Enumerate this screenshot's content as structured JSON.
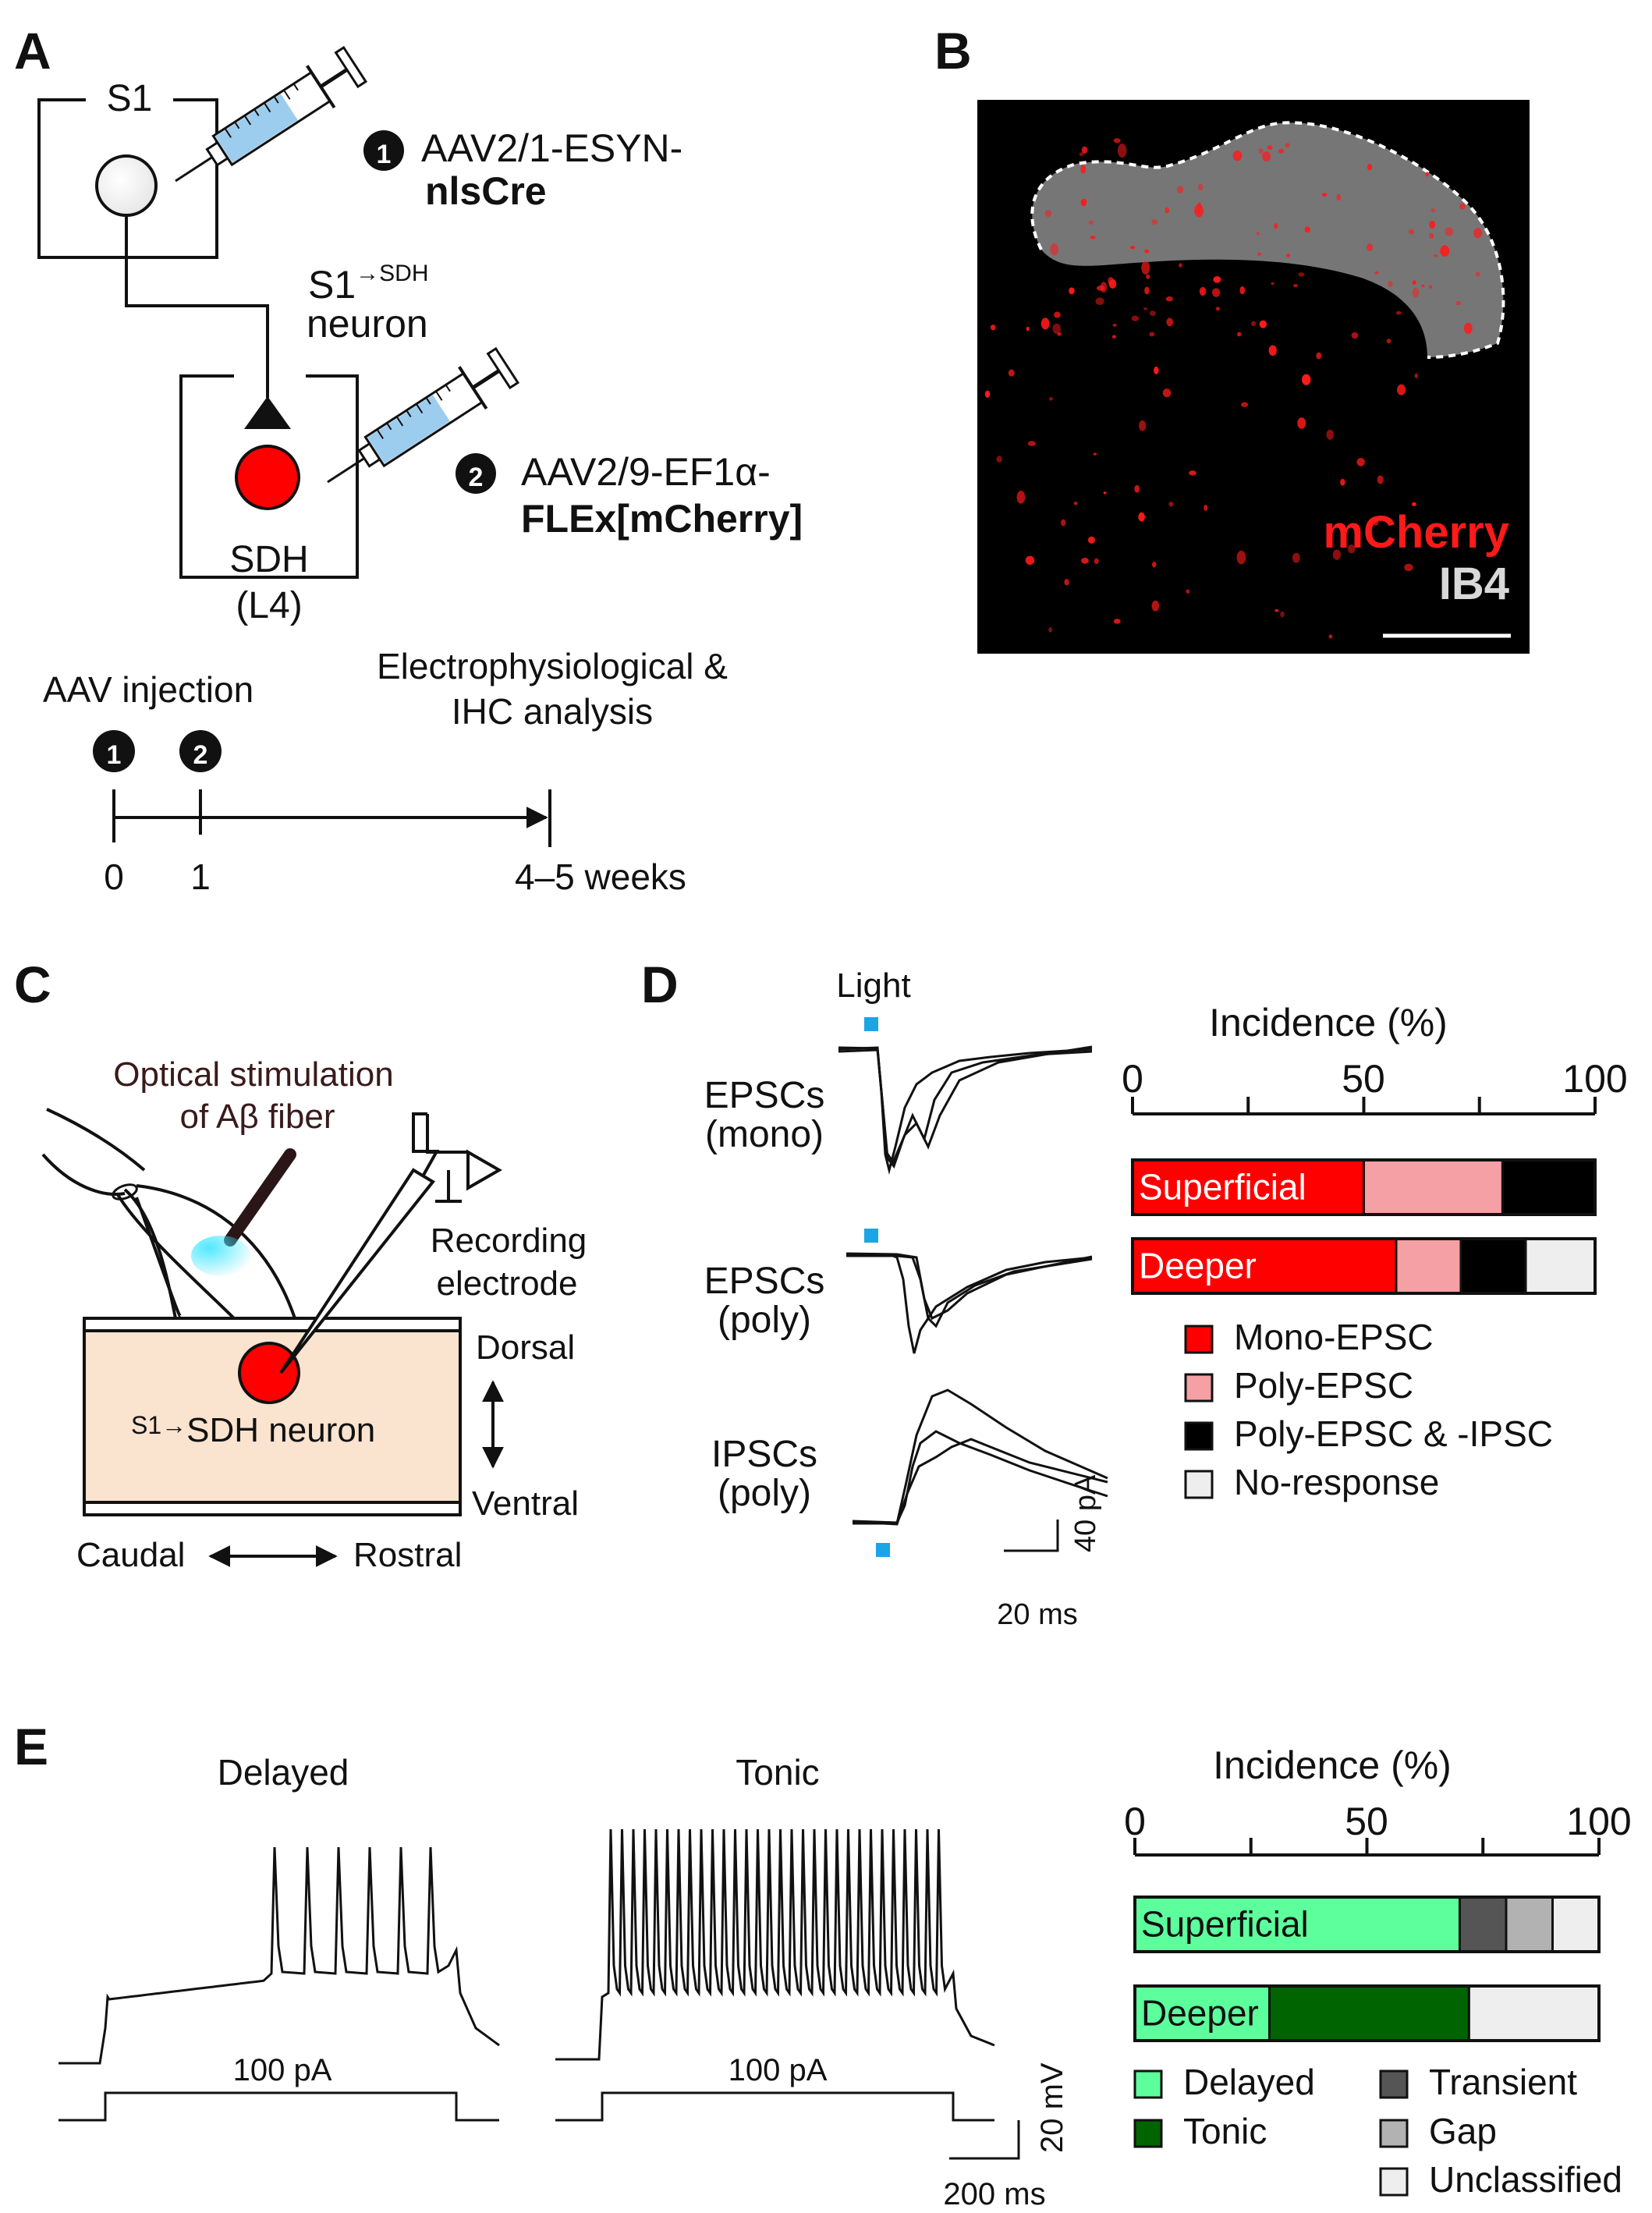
{
  "panels": {
    "a": "A",
    "b": "B",
    "c": "C",
    "d": "D",
    "e": "E"
  },
  "panel_a": {
    "s1_label": "S1",
    "step1_num": "1",
    "step1_line1": "AAV2/1-ESYN-",
    "step1_line2": "nlsCre",
    "neuron_label_main": "S1",
    "neuron_label_sup": "→SDH",
    "neuron_label_line2": "neuron",
    "step2_num": "2",
    "step2_line1": "AAV2/9-EF1α-",
    "step2_line2": "FLEx[mCherry]",
    "sdh_line1": "SDH",
    "sdh_line2": "(L4)",
    "timeline_injection": "AAV injection",
    "timeline_analysis_line1": "Electrophysiological &",
    "timeline_analysis_line2": "IHC analysis",
    "tick_0": "0",
    "tick_1": "1",
    "tick_end": "4–5 weeks"
  },
  "panel_b": {
    "label_mcherry": "mCherry",
    "label_ib4": "IB4",
    "colors": {
      "mcherry": "#ff1a1a",
      "ib4": "#d8d8d8"
    }
  },
  "panel_c": {
    "stim_line1": "Optical stimulation",
    "stim_line2": "of Aβ fiber",
    "rec_line1": "Recording",
    "rec_line2": "electrode",
    "dorsal": "Dorsal",
    "ventral": "Ventral",
    "neuron_sup": "S1→",
    "neuron_main": "SDH neuron",
    "caudal": "Caudal",
    "rostral": "Rostral"
  },
  "panel_d": {
    "light_label": "Light",
    "trace1_line1": "EPSCs",
    "trace1_line2": "(mono)",
    "trace2_line1": "EPSCs",
    "trace2_line2": "(poly)",
    "trace3_line1": "IPSCs",
    "trace3_line2": "(poly)",
    "scale_y": "40 pA",
    "scale_x": "20 ms",
    "legend": [
      {
        "label": "Mono-EPSC",
        "color": "#ff0000"
      },
      {
        "label": "Poly-EPSC",
        "color": "#f4a0a4"
      },
      {
        "label": "Poly-EPSC & -IPSC",
        "color": "#000000"
      },
      {
        "label": "No-response",
        "color": "#eeeeee"
      }
    ]
  },
  "panel_e": {
    "trace1_title": "Delayed",
    "trace2_title": "Tonic",
    "current1": "100 pA",
    "current2": "100 pA",
    "scale_y": "20 mV",
    "scale_x": "200 ms",
    "legend": [
      {
        "label": "Delayed",
        "color": "#5dff9d"
      },
      {
        "label": "Transient",
        "color": "#555555"
      },
      {
        "label": "Tonic",
        "color": "#006400"
      },
      {
        "label": "Gap",
        "color": "#b2b2b2"
      },
      {
        "label": "Unclassified",
        "color": "#eeeeee"
      }
    ]
  },
  "chart_data": [
    {
      "type": "bar",
      "orientation": "horizontal-stacked",
      "title": "Incidence (%)",
      "xlim": [
        0,
        100
      ],
      "ticks": [
        "0",
        "50",
        "100"
      ],
      "categories": [
        "Superficial",
        "Deeper"
      ],
      "series": [
        {
          "name": "Mono-EPSC",
          "color": "#ff0000",
          "values": [
            50,
            57
          ]
        },
        {
          "name": "Poly-EPSC",
          "color": "#f4a0a4",
          "values": [
            30,
            14
          ]
        },
        {
          "name": "Poly-EPSC & -IPSC",
          "color": "#000000",
          "values": [
            20,
            14
          ]
        },
        {
          "name": "No-response",
          "color": "#eeeeee",
          "values": [
            0,
            15
          ]
        }
      ]
    },
    {
      "type": "bar",
      "orientation": "horizontal-stacked",
      "title": "Incidence (%)",
      "xlim": [
        0,
        100
      ],
      "ticks": [
        "0",
        "50",
        "100"
      ],
      "categories": [
        "Superficial",
        "Deeper"
      ],
      "series": [
        {
          "name": "Delayed",
          "color": "#5dff9d",
          "values": [
            70,
            29
          ]
        },
        {
          "name": "Transient",
          "color": "#555555",
          "values": [
            10,
            0
          ]
        },
        {
          "name": "Tonic",
          "color": "#006400",
          "values": [
            0,
            43
          ]
        },
        {
          "name": "Gap",
          "color": "#b2b2b2",
          "values": [
            10,
            0
          ]
        },
        {
          "name": "Unclassified",
          "color": "#eeeeee",
          "values": [
            10,
            28
          ]
        }
      ]
    }
  ]
}
